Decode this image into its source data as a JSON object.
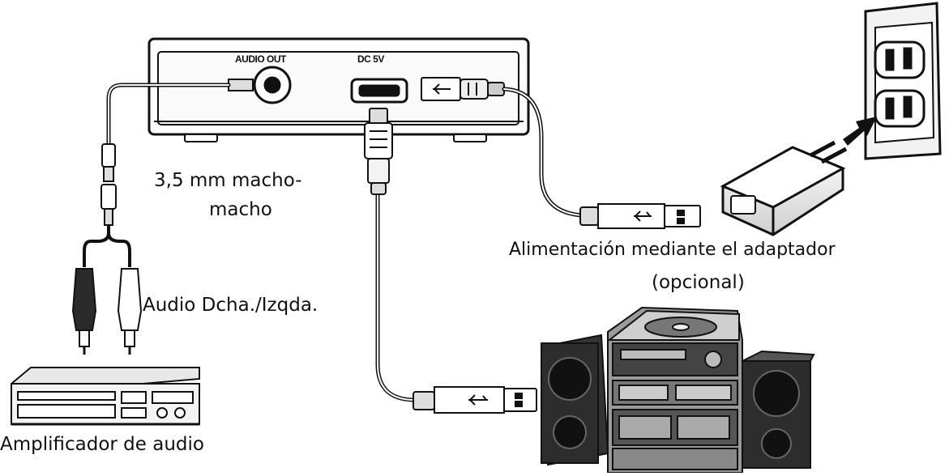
{
  "device": {
    "audio_out_label": "AUDIO OUT",
    "dc_label": "DC 5V"
  },
  "labels": {
    "cable": [
      "3,5 mm macho-",
      "macho"
    ],
    "audio_lr": "Audio Dcha./Izqda.",
    "adapter_power": [
      "Alimentación mediante el adaptador",
      "(opcional)"
    ],
    "amplifier": "Amplificador de audio"
  },
  "icons": [
    "audio-jack-icon",
    "usb-port-icon",
    "usb-plug-icon",
    "rca-plug-icon",
    "power-adapter-icon",
    "wall-outlet-icon",
    "amplifier-icon",
    "stereo-system-icon"
  ],
  "colors": {
    "line": "#111111",
    "fill": "#ffffff",
    "shade": "#d9d9d9"
  }
}
